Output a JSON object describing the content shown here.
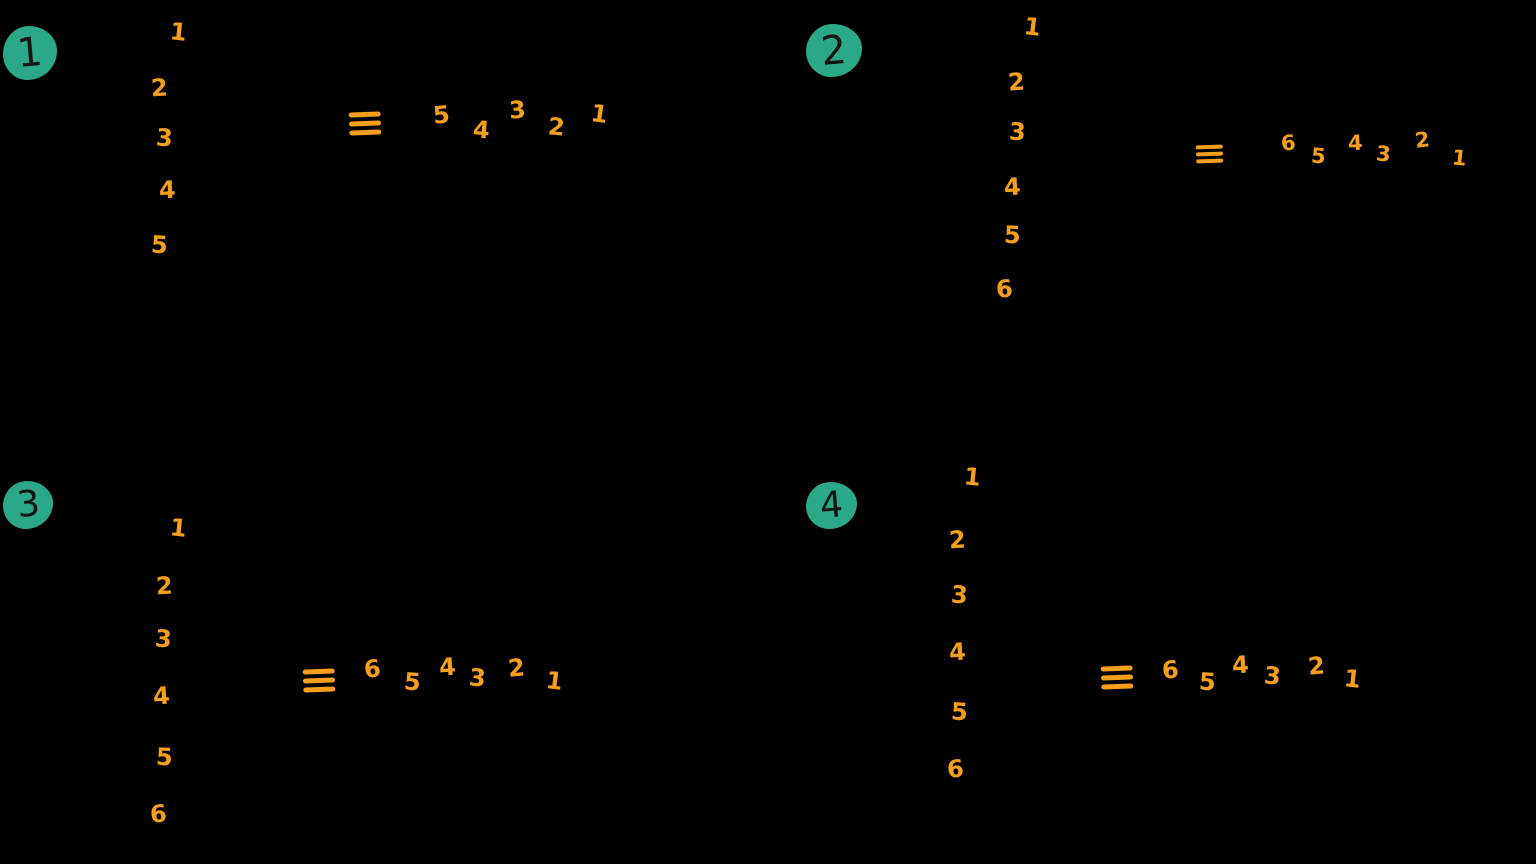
{
  "colors": {
    "background": "#000000",
    "badge_fill": "#2AA887",
    "badge_digit": "#141414",
    "ink": "#F79E1B"
  },
  "sections": [
    {
      "badge": "1",
      "vertical": [
        "1",
        "2",
        "3",
        "4",
        "5"
      ],
      "equiv_symbol": "≡",
      "horizontal": [
        "5",
        "4",
        "3",
        "2",
        "1"
      ]
    },
    {
      "badge": "2",
      "vertical": [
        "1",
        "2",
        "3",
        "4",
        "5",
        "6"
      ],
      "equiv_symbol": "≡",
      "horizontal": [
        "6",
        "5",
        "4",
        "3",
        "2",
        "1"
      ]
    },
    {
      "badge": "3",
      "vertical": [
        "1",
        "2",
        "3",
        "4",
        "5",
        "6"
      ],
      "equiv_symbol": "≡",
      "horizontal": [
        "6",
        "5",
        "4",
        "3",
        "2",
        "1"
      ]
    },
    {
      "badge": "4",
      "vertical": [
        "1",
        "2",
        "3",
        "4",
        "5",
        "6"
      ],
      "equiv_symbol": "≡",
      "horizontal": [
        "6",
        "5",
        "4",
        "3",
        "2",
        "1"
      ]
    }
  ]
}
